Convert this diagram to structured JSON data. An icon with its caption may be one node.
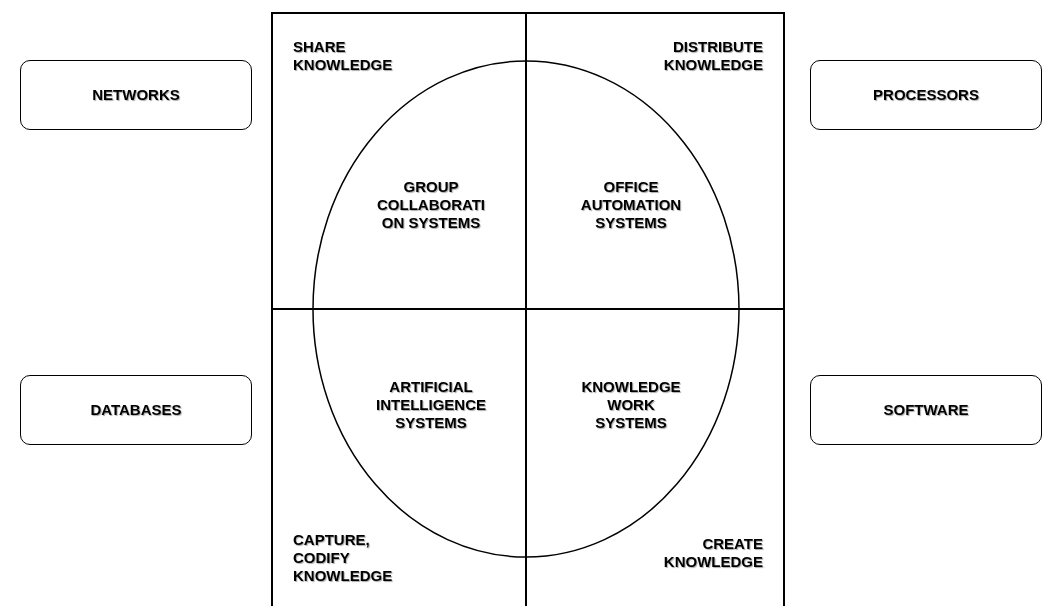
{
  "diagram": {
    "nodes": [
      {
        "text": [
          "NETWORKS"
        ]
      },
      {
        "text": [
          "DATABASES"
        ]
      },
      {
        "text": [
          "PROCESSORS"
        ]
      },
      {
        "text": [
          "SOFTWARE"
        ]
      },
      {
        "text": [
          "SHARE KNOWLEDGE"
        ]
      },
      {
        "text": [
          "DISTRIBUTE KNOWLEDGE"
        ]
      },
      {
        "text": [
          "CAPTURE, CODIFY KNOWLEDGE"
        ]
      },
      {
        "text": [
          "CREATE KNOWLEDGE"
        ]
      }
    ],
    "edges": [],
    "labels": [
      "GROUP COLLABORATI ON SYSTEMS",
      "OFFICE AUTOMATION SYSTEMS",
      "ARTIFICIAL INTELLIGENCE SYSTEMS",
      "KNOWLEDGE WORK SYSTEMS"
    ]
  }
}
